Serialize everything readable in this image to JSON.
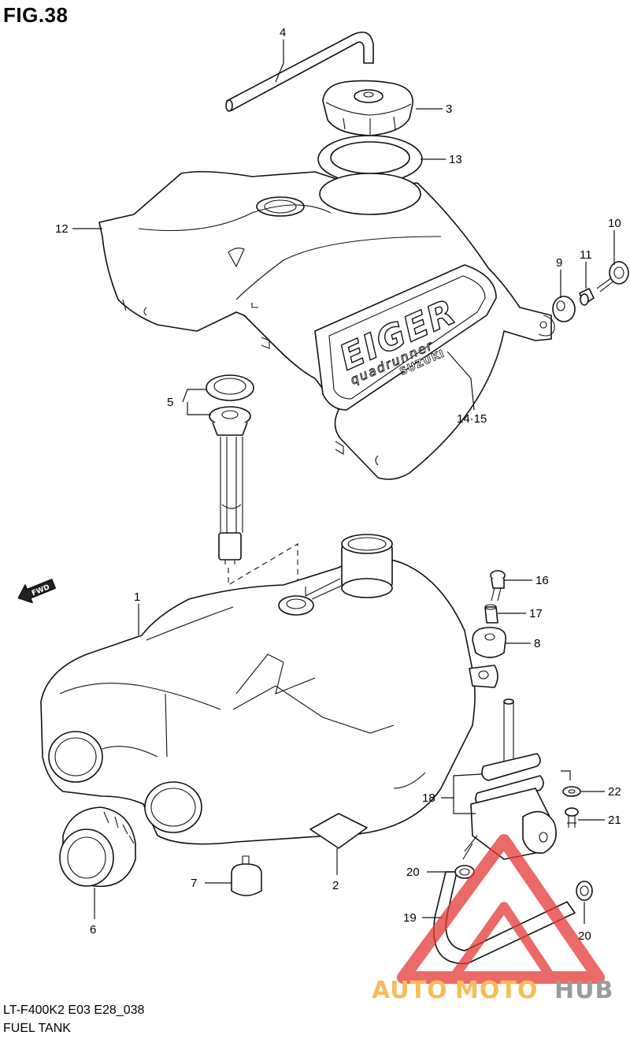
{
  "figure": {
    "title": "FIG.38",
    "code": "LT-F400K2 E03 E28_038",
    "name": "FUEL TANK"
  },
  "decals": {
    "brand": "EIGER",
    "sub": "quadrunner",
    "maker": "SUZUKI"
  },
  "fwd_label": "FWD",
  "callouts": {
    "c1": "1",
    "c2": "2",
    "c3": "3",
    "c4": "4",
    "c5": "5",
    "c6": "6",
    "c7": "7",
    "c8": "8",
    "c9": "9",
    "c10": "10",
    "c11": "11",
    "c12": "12",
    "c13": "13",
    "c14": "14·15",
    "c16": "16",
    "c17": "17",
    "c18": "18",
    "c19": "19",
    "c20a": "20",
    "c20b": "20",
    "c21": "21",
    "c22": "22"
  },
  "watermark": {
    "auto": "AUTO",
    "moto": "MOTO",
    "hub": "HUB"
  },
  "colors": {
    "line": "#111111",
    "watermark_red": "#e53935",
    "watermark_orange": "#f5a623",
    "watermark_gray": "#7a7a7a"
  }
}
